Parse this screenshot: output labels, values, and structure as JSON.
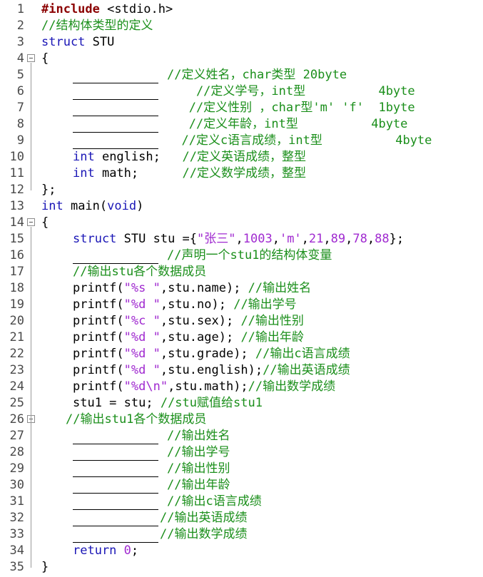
{
  "lines": [
    {
      "n": "1",
      "parts": [
        {
          "t": "pp",
          "v": "#include"
        },
        {
          "t": "tx",
          "v": " <stdio.h>"
        }
      ]
    },
    {
      "n": "2",
      "parts": [
        {
          "t": "cm",
          "v": "//结构体类型的定义"
        }
      ]
    },
    {
      "n": "3",
      "parts": [
        {
          "t": "kw",
          "v": "struct"
        },
        {
          "t": "tx",
          "v": " STU"
        }
      ]
    },
    {
      "n": "4",
      "parts": [
        {
          "t": "tx",
          "v": "{"
        }
      ]
    },
    {
      "n": "5",
      "parts": [
        {
          "t": "blank"
        },
        {
          "t": "cm",
          "v": "//定义姓名，char类型 20byte"
        }
      ]
    },
    {
      "n": "6",
      "parts": [
        {
          "t": "blank"
        },
        {
          "t": "cm",
          "v": "    //定义学号，int型          4byte"
        }
      ]
    },
    {
      "n": "7",
      "parts": [
        {
          "t": "blank"
        },
        {
          "t": "cm",
          "v": "   //定义性别 ，char型'm' 'f'  1byte"
        }
      ]
    },
    {
      "n": "8",
      "parts": [
        {
          "t": "blank"
        },
        {
          "t": "cm",
          "v": "   //定义年龄，int型          4byte"
        }
      ]
    },
    {
      "n": "9",
      "parts": [
        {
          "t": "blank"
        },
        {
          "t": "cm",
          "v": "  //定义c语言成绩，int型          4byte"
        }
      ]
    },
    {
      "n": "10",
      "parts": [
        {
          "t": "kw",
          "v": "int"
        },
        {
          "t": "tx",
          "v": " english;   "
        },
        {
          "t": "cm",
          "v": "//定义英语成绩，整型"
        }
      ]
    },
    {
      "n": "11",
      "parts": [
        {
          "t": "kw",
          "v": "int"
        },
        {
          "t": "tx",
          "v": " math;      "
        },
        {
          "t": "cm",
          "v": "//定义数学成绩，整型"
        }
      ]
    },
    {
      "n": "12",
      "parts": [
        {
          "t": "tx",
          "v": "};"
        }
      ]
    },
    {
      "n": "13",
      "parts": [
        {
          "t": "kw",
          "v": "int"
        },
        {
          "t": "tx",
          "v": " main("
        },
        {
          "t": "kw",
          "v": "void"
        },
        {
          "t": "tx",
          "v": ")"
        }
      ]
    },
    {
      "n": "14",
      "parts": [
        {
          "t": "tx",
          "v": "{"
        }
      ]
    },
    {
      "n": "15",
      "parts": [
        {
          "t": "kw",
          "v": "struct"
        },
        {
          "t": "tx",
          "v": " STU stu ={"
        },
        {
          "t": "str",
          "v": "\"张三\""
        },
        {
          "t": "tx",
          "v": ","
        },
        {
          "t": "num",
          "v": "1003"
        },
        {
          "t": "tx",
          "v": ","
        },
        {
          "t": "str",
          "v": "'m'"
        },
        {
          "t": "tx",
          "v": ","
        },
        {
          "t": "num",
          "v": "21"
        },
        {
          "t": "tx",
          "v": ","
        },
        {
          "t": "num",
          "v": "89"
        },
        {
          "t": "tx",
          "v": ","
        },
        {
          "t": "num",
          "v": "78"
        },
        {
          "t": "tx",
          "v": ","
        },
        {
          "t": "num",
          "v": "88"
        },
        {
          "t": "tx",
          "v": "};"
        }
      ]
    },
    {
      "n": "16",
      "parts": [
        {
          "t": "blank"
        },
        {
          "t": "cm",
          "v": "//声明一个stu1的结构体变量"
        }
      ]
    },
    {
      "n": "17",
      "parts": [
        {
          "t": "cm",
          "v": "//输出stu各个数据成员"
        }
      ]
    },
    {
      "n": "18",
      "parts": [
        {
          "t": "tx",
          "v": "printf("
        },
        {
          "t": "str",
          "v": "\"%s \""
        },
        {
          "t": "tx",
          "v": ",stu.name); "
        },
        {
          "t": "cm",
          "v": "//输出姓名"
        }
      ]
    },
    {
      "n": "19",
      "parts": [
        {
          "t": "tx",
          "v": "printf("
        },
        {
          "t": "str",
          "v": "\"%d \""
        },
        {
          "t": "tx",
          "v": ",stu.no); "
        },
        {
          "t": "cm",
          "v": "//输出学号"
        }
      ]
    },
    {
      "n": "20",
      "parts": [
        {
          "t": "tx",
          "v": "printf("
        },
        {
          "t": "str",
          "v": "\"%c \""
        },
        {
          "t": "tx",
          "v": ",stu.sex); "
        },
        {
          "t": "cm",
          "v": "//输出性别"
        }
      ]
    },
    {
      "n": "21",
      "parts": [
        {
          "t": "tx",
          "v": "printf("
        },
        {
          "t": "str",
          "v": "\"%d \""
        },
        {
          "t": "tx",
          "v": ",stu.age); "
        },
        {
          "t": "cm",
          "v": "//输出年龄"
        }
      ]
    },
    {
      "n": "22",
      "parts": [
        {
          "t": "tx",
          "v": "printf("
        },
        {
          "t": "str",
          "v": "\"%d \""
        },
        {
          "t": "tx",
          "v": ",stu.grade); "
        },
        {
          "t": "cm",
          "v": "//输出c语言成绩"
        }
      ]
    },
    {
      "n": "23",
      "parts": [
        {
          "t": "tx",
          "v": "printf("
        },
        {
          "t": "str",
          "v": "\"%d \""
        },
        {
          "t": "tx",
          "v": ",stu.english);"
        },
        {
          "t": "cm",
          "v": "//输出英语成绩"
        }
      ]
    },
    {
      "n": "24",
      "parts": [
        {
          "t": "tx",
          "v": "printf("
        },
        {
          "t": "str",
          "v": "\"%d\\n\""
        },
        {
          "t": "tx",
          "v": ",stu.math);"
        },
        {
          "t": "cm",
          "v": "//输出数学成绩"
        }
      ]
    },
    {
      "n": "25",
      "parts": [
        {
          "t": "tx",
          "v": "stu1 = stu; "
        },
        {
          "t": "cm",
          "v": "//stu赋值给stu1"
        }
      ]
    },
    {
      "n": "26",
      "parts": [
        {
          "t": "cm",
          "v": "//输出stu1各个数据成员"
        }
      ]
    },
    {
      "n": "27",
      "parts": [
        {
          "t": "blank"
        },
        {
          "t": "cm",
          "v": "//输出姓名"
        }
      ]
    },
    {
      "n": "28",
      "parts": [
        {
          "t": "blank"
        },
        {
          "t": "cm",
          "v": "//输出学号"
        }
      ]
    },
    {
      "n": "29",
      "parts": [
        {
          "t": "blank"
        },
        {
          "t": "cm",
          "v": "//输出性别"
        }
      ]
    },
    {
      "n": "30",
      "parts": [
        {
          "t": "blank"
        },
        {
          "t": "cm",
          "v": "//输出年龄"
        }
      ]
    },
    {
      "n": "31",
      "parts": [
        {
          "t": "blank"
        },
        {
          "t": "cm",
          "v": "//输出c语言成绩"
        }
      ]
    },
    {
      "n": "32",
      "parts": [
        {
          "t": "blank"
        },
        {
          "t": "cm",
          "v": "//输出英语成绩"
        }
      ]
    },
    {
      "n": "33",
      "parts": [
        {
          "t": "blank"
        },
        {
          "t": "cm",
          "v": "//输出数学成绩"
        }
      ]
    },
    {
      "n": "34",
      "parts": [
        {
          "t": "kw",
          "v": "return"
        },
        {
          "t": "tx",
          "v": " "
        },
        {
          "t": "num",
          "v": "0"
        },
        {
          "t": "tx",
          "v": ";"
        }
      ]
    },
    {
      "n": "35",
      "parts": [
        {
          "t": "tx",
          "v": "}"
        }
      ]
    }
  ],
  "colors": {
    "keyword": "#1a16b6",
    "preprocessor": "#8b0000",
    "comment": "#1b8f1b",
    "string_number": "#a02ad0",
    "line_number": "#4a4a4a"
  },
  "fold_markers": [
    "4",
    "14",
    "26"
  ]
}
